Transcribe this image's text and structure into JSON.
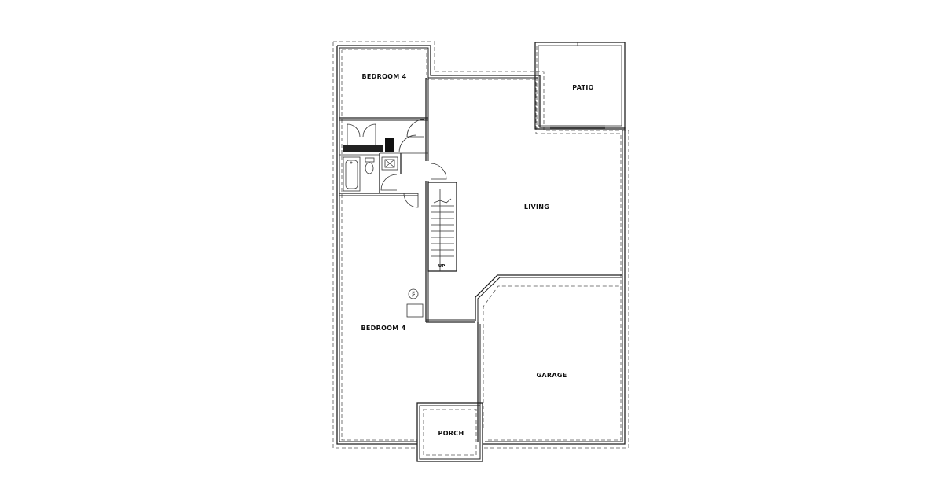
{
  "rooms": {
    "bedroom_upper": "BEDROOM 4",
    "bedroom_lower": "BEDROOM 4",
    "patio": "PATIO",
    "living": "LIVING",
    "garage": "GARAGE",
    "porch": "PORCH"
  },
  "stair": {
    "label": "UP"
  },
  "fixtures": {
    "water_heater": "WH"
  }
}
